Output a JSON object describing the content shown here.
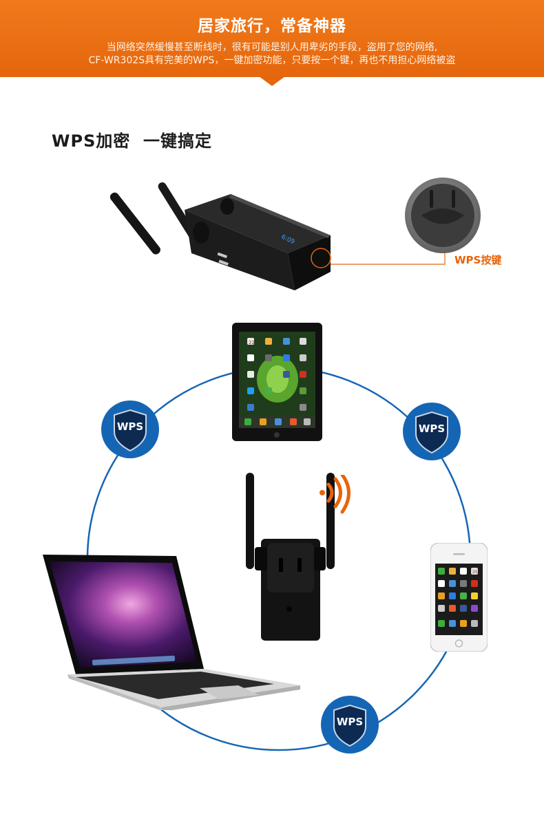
{
  "banner": {
    "title": "居家旅行，常备神器",
    "line1": "当网络突然缓慢甚至断线时，很有可能是别人用卑劣的手段，盗用了您的网络,",
    "line2": "CF-WR302S具有完美的WPS，一键加密功能，只要按一个键，再也不用担心网络被盗"
  },
  "section": {
    "heading": "WPS加密  一键搞定"
  },
  "product": {
    "wps_button_label": "WPS按键",
    "screen_text": "6:09"
  },
  "diagram": {
    "shields": [
      "WPS",
      "WPS",
      "WPS"
    ],
    "tablet_date": "22",
    "phone_date": "25",
    "ring_color": "#1565b5",
    "accent_color": "#e8640a"
  }
}
